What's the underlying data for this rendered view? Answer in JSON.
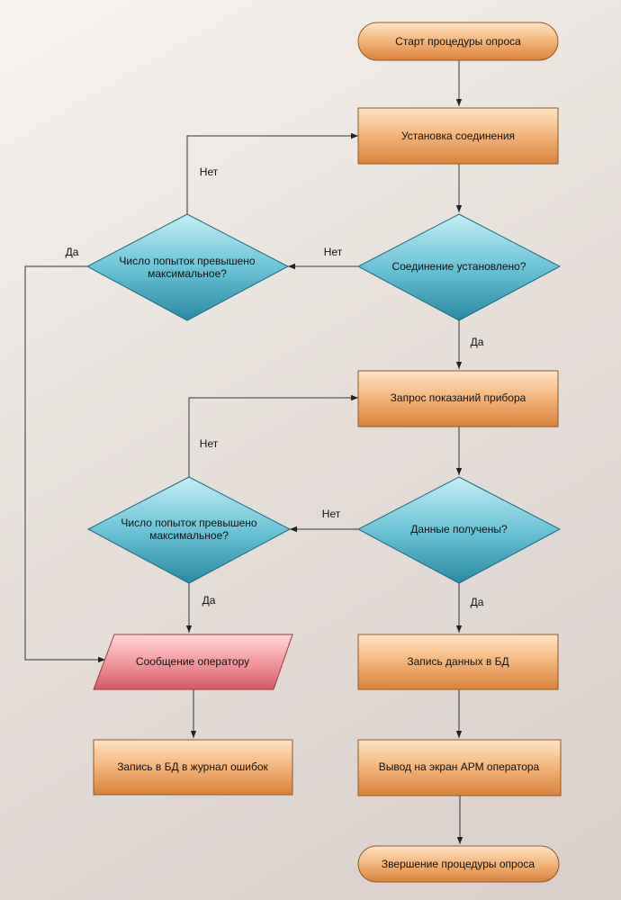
{
  "nodes": {
    "start": "Старт процедуры опроса",
    "connect": "Установка соединения",
    "connected_q": "Соединение установлено?",
    "attempts_q1_line1": "Число попыток превышено",
    "attempts_q1_line2": "максимальное?",
    "request": "Запрос показаний прибора",
    "data_q": "Данные получены?",
    "attempts_q2_line1": "Число попыток превышено",
    "attempts_q2_line2": "максимальное?",
    "operator_msg": "Сообщение оператору",
    "write_db": "Запись данных в БД",
    "error_log": "Запись в БД в журнал ошибок",
    "display": "Вывод на экран АРМ оператора",
    "finish": "Звершение процедуры опроса"
  },
  "edge_labels": {
    "no1": "Нет",
    "no2": "Нет",
    "yes1": "Да",
    "yes2": "Да",
    "no3": "Нет",
    "no4": "Нет",
    "yes3": "Да",
    "yes4": "Да"
  },
  "colors": {
    "process_top": "#fbd2a6",
    "process_bottom": "#e08a40",
    "decision_top": "#a8e4ef",
    "decision_bottom": "#2f93ad",
    "io_top": "#ffc8c8",
    "io_bottom": "#d9646e"
  }
}
